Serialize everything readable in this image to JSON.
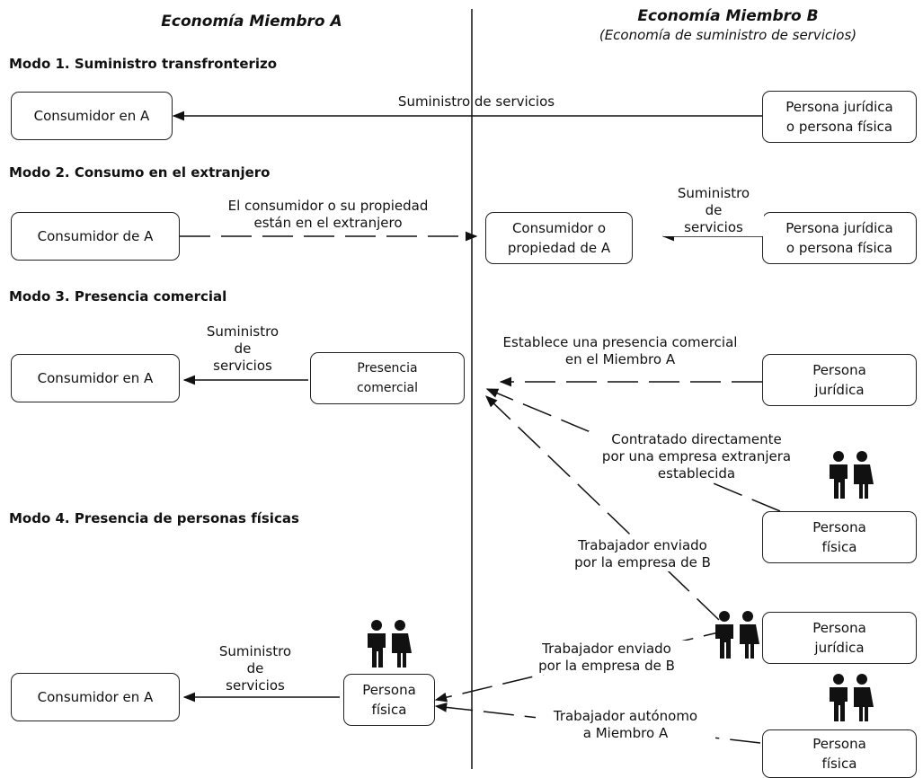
{
  "headers": {
    "member_a": "Economía Miembro A",
    "member_b": "Economía Miembro B",
    "member_b_sub": "(Economía de suministro de servicios)"
  },
  "modes": {
    "mode1": "Modo 1.  Suministro transfronterizo",
    "mode2": "Modo 2.  Consumo en el extranjero",
    "mode3": "Modo 3.  Presencia comercial",
    "mode4": "Modo 4.  Presencia de personas físicas"
  },
  "boxes": {
    "m1_consumer": "Consumidor en A",
    "m1_supplier": "Persona jurídica\no persona física",
    "m2_consumer": "Consumidor de A",
    "m2_consumer_abroad": "Consumidor o\npropiedad de A",
    "m2_supplier": "Persona jurídica\no persona física",
    "m3_consumer": "Consumidor en A",
    "m3_presence": "Presencia\ncomercial",
    "m3_legal_person": "Persona\njurídica",
    "m4_natural_person_b": "Persona\nfísica",
    "m4_legal_person_b": "Persona\njurídica",
    "m4_consumer": "Consumidor en A",
    "m4_natural_person_a": "Persona\nfísica",
    "m4_natural_person_b2": "Persona\nfísica"
  },
  "labels": {
    "m1_supply": "Suministro  de  servicios",
    "m2_abroad": "El consumidor o su propiedad\nestán en el extranjero",
    "m2_supply": "Suministro\nde\nservicios",
    "m3_supply": "Suministro\nde\nservicios",
    "m3_establish": "Establece una presencia comercial\nen el Miembro A",
    "m4_contracted": "Contratado directamente\npor una empresa extranjera\nestablecida",
    "m4_sent_1": "Trabajador enviado\npor la empresa de B",
    "m4_sent_2": "Trabajador enviado\npor la empresa de B",
    "m4_supply": "Suministro\nde\nservicios",
    "m4_selfemployed": "Trabajador autónomo\na Miembro A"
  },
  "icons": [
    "people-pair-icon",
    "people-pair-icon",
    "people-pair-icon",
    "people-pair-icon"
  ]
}
